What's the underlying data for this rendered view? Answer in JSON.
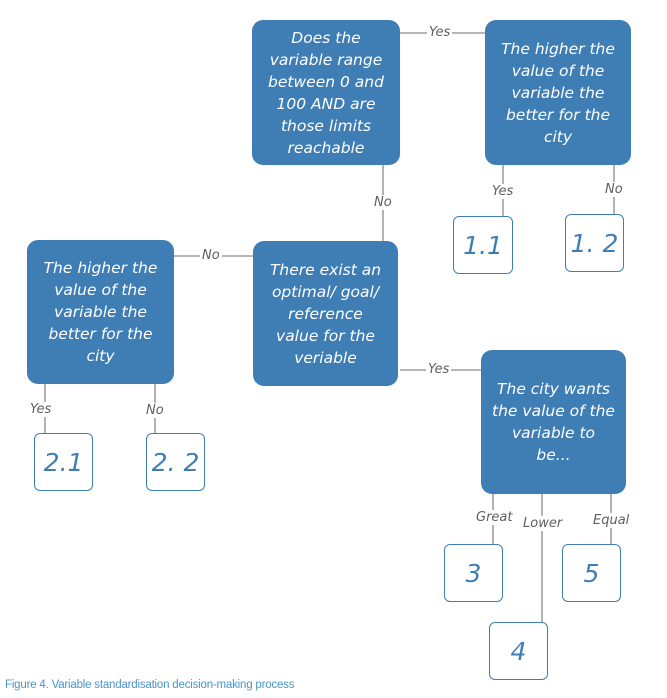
{
  "nodes": {
    "q_range": "Does the\nvariable range\nbetween 0 and\n100 AND are\nthose limits\nreachable",
    "higher_top": "The higher the\nvalue of the\nvariable the\nbetter for the\ncity",
    "q_optimal": "There exist an\noptimal/ goal/\nreference\nvalue for the\nveriable",
    "higher_left": "The higher the\nvalue of the\nvariable the\nbetter for the\ncity",
    "q_city_wants": "The city wants\nthe value of the\nvariable to\nbe..."
  },
  "leaves": {
    "l_1_1": "1.1",
    "l_1_2": "1. 2",
    "l_2_1": "2.1",
    "l_2_2": "2. 2",
    "l_3": "3",
    "l_4": "4",
    "l_5": "5"
  },
  "edge_labels": {
    "yes_range": "Yes",
    "no_range": "No",
    "yes_top_higher": "Yes",
    "no_top_higher": "No",
    "no_optimal": "No",
    "yes_optimal": "Yes",
    "yes_left_higher": "Yes",
    "no_left_higher": "No",
    "great": "Great",
    "lower": "Lower",
    "equal": "Equal"
  },
  "caption": "Figure 4. Variable standardisation decision-making process",
  "colors": {
    "node_fill": "#3f7db5",
    "leaf_border": "#3f7db5",
    "connector": "#8a8a8a",
    "label_text": "#5f5f5f",
    "caption_text": "#4d93c9"
  }
}
